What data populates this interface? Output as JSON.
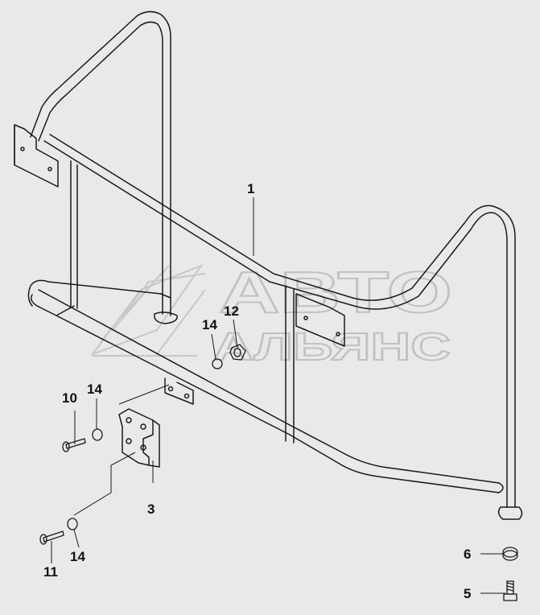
{
  "watermark": {
    "line1": "АВТО",
    "line2": "АЛЬЯНС"
  },
  "callouts": [
    "1",
    "12",
    "14",
    "10",
    "14",
    "3",
    "14",
    "11",
    "6",
    "5"
  ],
  "colors": {
    "background": "#e9e9e9",
    "line": "#1a1a1a",
    "watermark": "#bdbdbd"
  }
}
